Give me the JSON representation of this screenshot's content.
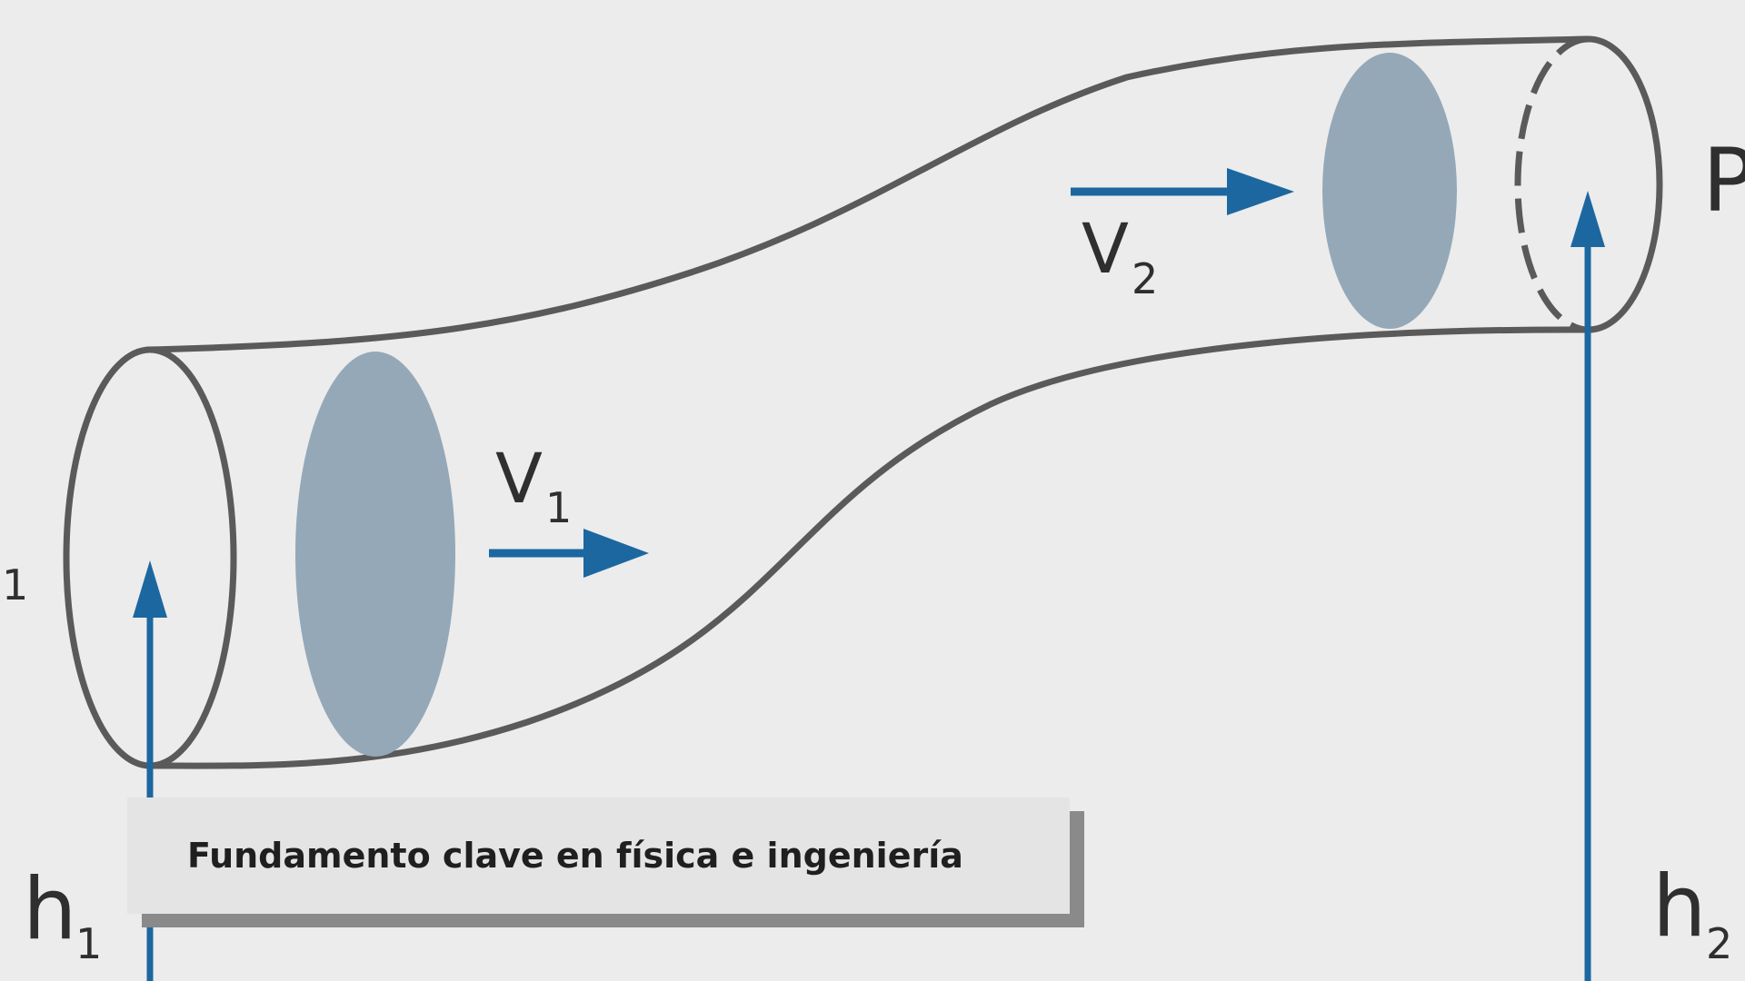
{
  "diagram": {
    "labels": {
      "v1_base": "V",
      "v1_sub": "1",
      "v2_base": "V",
      "v2_sub": "2",
      "h1_base": "h",
      "h1_sub": "1",
      "h2_base": "h",
      "h2_sub": "2",
      "p1_sub": "1",
      "p2_partial": "P"
    },
    "colors": {
      "background": "#ececec",
      "pipe_outline": "#5a5a5a",
      "cross_section": "#94a8b8",
      "arrow": "#1c67a0"
    }
  },
  "caption": {
    "text": "Fundamento clave en física e ingeniería"
  }
}
